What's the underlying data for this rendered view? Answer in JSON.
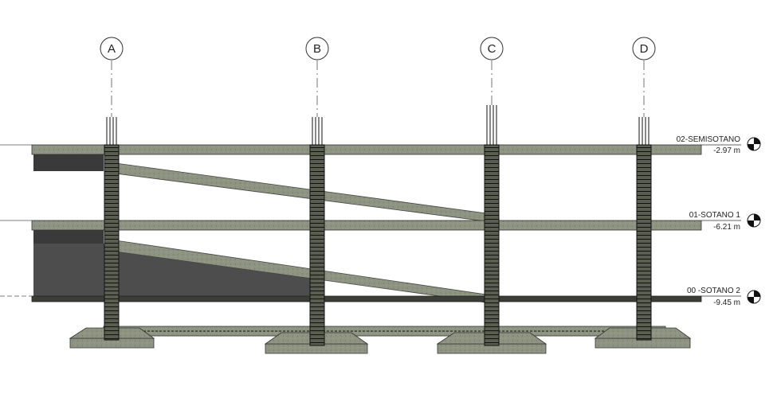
{
  "drawing": {
    "grid_axes": [
      {
        "label": "A"
      },
      {
        "label": "B"
      },
      {
        "label": "C"
      },
      {
        "label": "D"
      }
    ],
    "levels": [
      {
        "name": "02-SEMISOTANO",
        "elevation": "-2.97 m"
      },
      {
        "name": "01-SOTANO 1",
        "elevation": "-6.21 m"
      },
      {
        "name": "00 -SOTANO 2",
        "elevation": "-9.45 m"
      }
    ],
    "colors": {
      "concrete": "#8f9482",
      "concrete_dark": "#5e6354",
      "rebar": "#1e1e1e",
      "fill_dark": "#4a4a4a",
      "line": "#333333"
    }
  }
}
